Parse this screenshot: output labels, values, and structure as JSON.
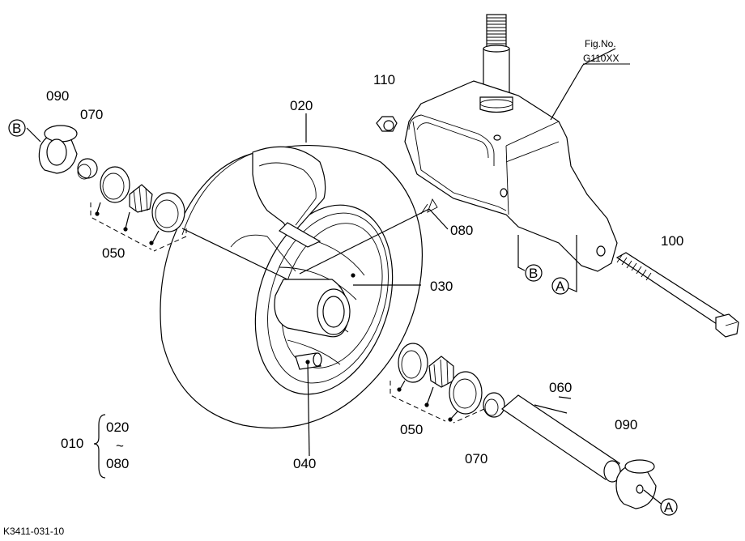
{
  "figure": {
    "fig_no_label": "Fig.No.",
    "fig_no_value": "G110XX",
    "drawing_code": "K3411-031-10"
  },
  "parts": {
    "p010": "010",
    "p020": "020",
    "p030": "030",
    "p040": "040",
    "p050_left": "050",
    "p050_right": "050",
    "p060": "060",
    "p070_left": "070",
    "p070_right": "070",
    "p080": "080",
    "p090_left": "090",
    "p090_right": "090",
    "p100": "100",
    "p110": "110"
  },
  "group": {
    "start": "020",
    "tilde": "~",
    "end": "080"
  },
  "refs": {
    "b_left": "B",
    "b_right": "B",
    "a_right": "A",
    "a_bottom": "A"
  }
}
